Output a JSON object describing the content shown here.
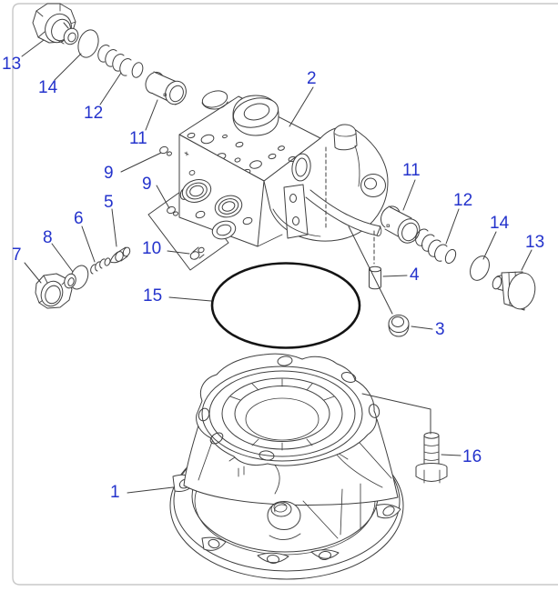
{
  "app": {
    "type": "exploded-parts-diagram"
  },
  "diagram": {
    "style": {
      "label_color": "#2433cc",
      "line_color": "#3f3f3f",
      "oring_color": "#141414",
      "border_color": "#c8c8c8",
      "background": "#ffffff"
    },
    "callouts": [
      {
        "part": "13",
        "position": "top-left"
      },
      {
        "part": "14",
        "position": "top-left"
      },
      {
        "part": "12",
        "position": "top-left"
      },
      {
        "part": "11",
        "position": "top-left"
      },
      {
        "part": "2",
        "position": "top-center"
      },
      {
        "part": "9",
        "position": "left-upper"
      },
      {
        "part": "9",
        "position": "left-upper-2"
      },
      {
        "part": "5",
        "position": "left"
      },
      {
        "part": "6",
        "position": "left"
      },
      {
        "part": "8",
        "position": "left"
      },
      {
        "part": "7",
        "position": "far-left"
      },
      {
        "part": "10",
        "position": "center-left"
      },
      {
        "part": "15",
        "position": "center-left"
      },
      {
        "part": "1",
        "position": "bottom-left"
      },
      {
        "part": "16",
        "position": "bottom-right"
      },
      {
        "part": "11",
        "position": "right"
      },
      {
        "part": "12",
        "position": "right"
      },
      {
        "part": "14",
        "position": "right"
      },
      {
        "part": "13",
        "position": "far-right"
      },
      {
        "part": "4",
        "position": "right"
      },
      {
        "part": "3",
        "position": "right"
      }
    ]
  }
}
